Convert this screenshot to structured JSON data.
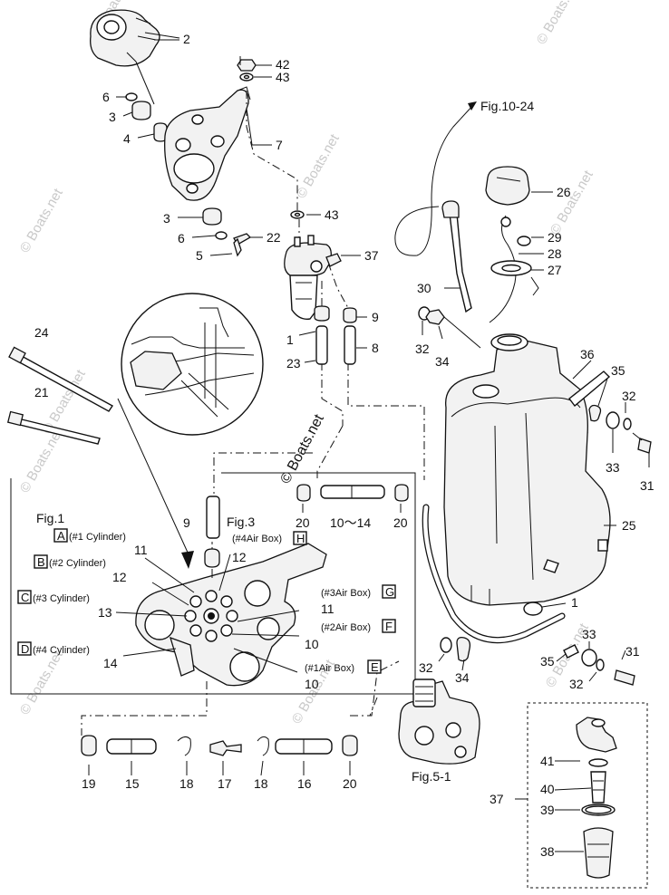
{
  "watermark": {
    "text": "© Boats.net",
    "color": "#c9c9c9"
  },
  "figure_refs": {
    "fig_10_24": "Fig.10-24",
    "fig_1": "Fig.1",
    "fig_3": "Fig.3",
    "fig_5_1": "Fig.5-1"
  },
  "boxes": {
    "A": {
      "letter": "A",
      "desc": "(#1 Cylinder)"
    },
    "B": {
      "letter": "B",
      "desc": "(#2 Cylinder)"
    },
    "C": {
      "letter": "C",
      "desc": "(#3 Cylinder)"
    },
    "D": {
      "letter": "D",
      "desc": "(#4 Cylinder)"
    },
    "E": {
      "letter": "E",
      "desc": "(#1Air Box)"
    },
    "F": {
      "letter": "F",
      "desc": "(#2Air Box)"
    },
    "G": {
      "letter": "G",
      "desc": "(#3Air Box)"
    },
    "H": {
      "letter": "H",
      "desc": "(#4Air Box)"
    }
  },
  "callouts": {
    "c2": "2",
    "c42": "42",
    "c43a": "43",
    "c6a": "6",
    "c3a": "3",
    "c4": "4",
    "c7": "7",
    "c43b": "43",
    "c3b": "3",
    "c6b": "6",
    "c22": "22",
    "c5": "5",
    "c37a": "37",
    "c9a": "9",
    "c1a": "1",
    "c8": "8",
    "c23": "23",
    "c24": "24",
    "c21": "21",
    "c26": "26",
    "c29": "29",
    "c28": "28",
    "c27": "27",
    "c30": "30",
    "c32a": "32",
    "c34a": "34",
    "c36": "36",
    "c35a": "35",
    "c32b": "32",
    "c33a": "33",
    "c31a": "31",
    "c25": "25",
    "c1b": "1",
    "c20a": "20",
    "c10_14": "10～14",
    "c20b": "20",
    "c9b": "9",
    "c11a": "11",
    "c12a": "12",
    "c12b": "12",
    "c11b": "11",
    "c13": "13",
    "c14": "14",
    "c10a": "10",
    "c10b": "10",
    "c32c": "32",
    "c34b": "34",
    "c33b": "33",
    "c31b": "31",
    "c35b": "35",
    "c32d": "32",
    "c19": "19",
    "c15": "15",
    "c18a": "18",
    "c17": "17",
    "c18b": "18",
    "c16": "16",
    "c20c": "20",
    "c41": "41",
    "c40": "40",
    "c39": "39",
    "c37b": "37",
    "c38": "38"
  }
}
